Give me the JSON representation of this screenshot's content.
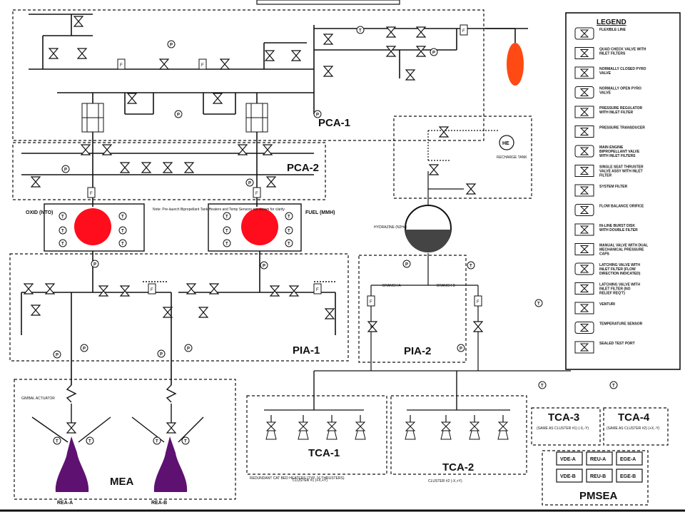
{
  "legend": {
    "title": "LEGEND",
    "items": [
      {
        "icon": "flexible-line-icon",
        "label": "FLEXIBLE LINE"
      },
      {
        "icon": "quad-check-valve-icon",
        "label": "QUAD CHECK VALVE WITH INLET FILTERS"
      },
      {
        "icon": "normally-closed-pyro-valve-icon",
        "label": "NORMALLY CLOSED PYRO VALVE"
      },
      {
        "icon": "normally-open-pyro-valve-icon",
        "label": "NORMALLY OPEN PYRO VALVE"
      },
      {
        "icon": "pressure-regulator-icon",
        "label": "PRESSURE REGULATOR WITH INLET FILTER"
      },
      {
        "icon": "pressure-transducer-icon",
        "label": "PRESSURE TRANSDUCER"
      },
      {
        "icon": "main-engine-valve-icon",
        "label": "MAIN ENGINE BIPROPELLANT VALVE WITH INLET FILTERS"
      },
      {
        "icon": "single-seat-thruster-valve-icon",
        "label": "SINGLE SEAT THRUSTER VALVE ASSY WITH INLET FILTER"
      },
      {
        "icon": "system-filter-icon",
        "label": "SYSTEM FILTER"
      },
      {
        "icon": "flow-balance-orifice-icon",
        "label": "FLOW BALANCE ORIFICE"
      },
      {
        "icon": "burst-disk-icon",
        "label": "IN-LINE BURST DISK WITH DOUBLE FILTER"
      },
      {
        "icon": "manual-valve-icon",
        "label": "MANUAL VALVE WITH DUAL MECHANICAL PRESSURE CAPS"
      },
      {
        "icon": "latching-valve-filter-icon",
        "label": "LATCHING VALVE WITH INLET FILTER (FLOW DIRECTION INDICATED)"
      },
      {
        "icon": "latching-valve-no-relief-icon",
        "label": "LATCHING VALVE WITH INLET FILTER (NO RELIEF REQ'T)"
      },
      {
        "icon": "venturi-icon",
        "label": "VENTURI"
      },
      {
        "icon": "temperature-sensor-icon",
        "label": "TEMPERATURE SENSOR"
      },
      {
        "icon": "sealed-test-port-icon",
        "label": "SEALED TEST PORT"
      }
    ]
  },
  "labels": {
    "pca1": "PCA-1",
    "pca2": "PCA-2",
    "pia1": "PIA-1",
    "pia2": "PIA-2",
    "mea": "MEA",
    "tca1": "TCA-1",
    "tca2": "TCA-2",
    "tca3": "TCA-3",
    "tca4": "TCA-4",
    "pmsea": "PMSEA",
    "rea_a": "REA-A",
    "rea_b": "REA-B",
    "oxid": "OXID (NTO)",
    "fuel": "FUEL (MMH)",
    "hydrazine": "HYDRAZINE (N2H4)",
    "branch_a": "BRANCH A",
    "branch_b": "BRANCH B",
    "recharge_tank": "RECHARGE TANK",
    "he": "HE",
    "note": "Note: Pre-launch Bipropellant Tank Heaters and Temp Sensors not shown for clarity",
    "cluster1": "CLUSTER #1 (+X,+Y)",
    "cluster2": "CLUSTER #2 (-X,+Y)",
    "tca3_sub": "(SAME AS CLUSTER #1) (-X,-Y)",
    "tca4_sub": "(SAME AS CLUSTER #2) (+X,-Y)",
    "redundant": "REDUNDANT CAT BED HEATERS (TYP. 16 THRUSTERS)",
    "gimbal": "GIMBAL ACTUATOR"
  },
  "pmsea_units": [
    "VDE-A",
    "REU-A",
    "EGE-A",
    "VDE-B",
    "REU-B",
    "EGE-B"
  ],
  "colors": {
    "tank_marker": "#ff0d1c",
    "he_marker": "#ff4a14",
    "nozzle": "#5e1170",
    "line": "#151515"
  }
}
